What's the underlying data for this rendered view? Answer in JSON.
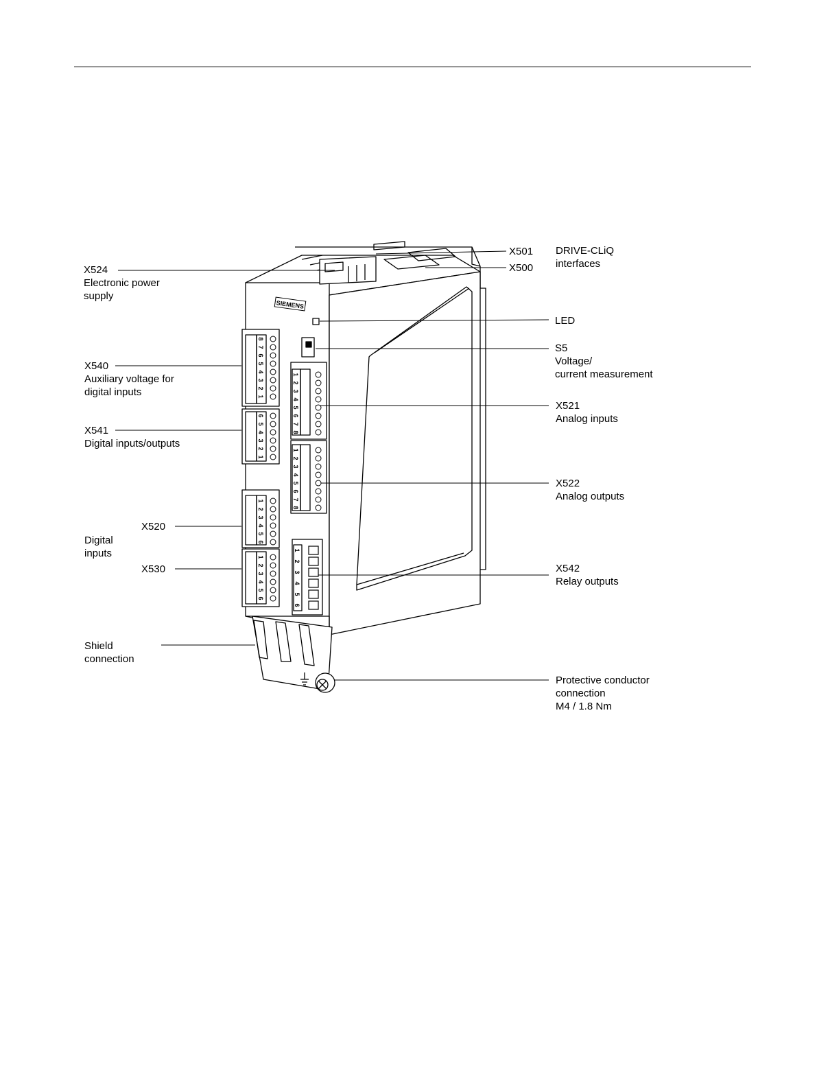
{
  "brand": "SIEMENS",
  "callouts": {
    "x524": {
      "id": "X524",
      "desc": [
        "Electronic power",
        "supply"
      ]
    },
    "x501": {
      "id": "X501"
    },
    "x500": {
      "id": "X500"
    },
    "drivecliq": {
      "desc": [
        "DRIVE-CLiQ",
        "interfaces"
      ]
    },
    "led": {
      "id": "LED"
    },
    "s5": {
      "id": "S5",
      "desc": [
        "Voltage/",
        "current measurement"
      ]
    },
    "x540": {
      "id": "X540",
      "desc": [
        "Auxiliary voltage for",
        "digital inputs"
      ]
    },
    "x541": {
      "id": "X541",
      "desc": [
        "Digital inputs/outputs"
      ]
    },
    "x521": {
      "id": "X521",
      "desc": [
        "Analog inputs"
      ]
    },
    "x522": {
      "id": "X522",
      "desc": [
        "Analog outputs"
      ]
    },
    "x520": {
      "id": "X520"
    },
    "digital_inputs": {
      "desc": [
        "Digital",
        "inputs"
      ]
    },
    "x530": {
      "id": "X530"
    },
    "x542": {
      "id": "X542",
      "desc": [
        "Relay outputs"
      ]
    },
    "shield": {
      "desc": [
        "Shield",
        "connection"
      ]
    },
    "pe": {
      "desc": [
        "Protective conductor",
        "connection",
        "M4 / 1.8 Nm"
      ]
    }
  },
  "terminal_numbers": {
    "x540": [
      "8",
      "7",
      "6",
      "5",
      "4",
      "3",
      "2",
      "1"
    ],
    "x541": [
      "6",
      "5",
      "4",
      "3",
      "2",
      "1"
    ],
    "x521": [
      "1",
      "2",
      "3",
      "4",
      "5",
      "6",
      "7",
      "8"
    ],
    "x522": [
      "1",
      "2",
      "3",
      "4",
      "5",
      "6",
      "7",
      "8"
    ],
    "x520": [
      "1",
      "2",
      "3",
      "4",
      "5",
      "6"
    ],
    "x530": [
      "1",
      "2",
      "3",
      "4",
      "5",
      "6"
    ],
    "x542": [
      "1",
      "2",
      "3",
      "4",
      "5",
      "6"
    ]
  }
}
